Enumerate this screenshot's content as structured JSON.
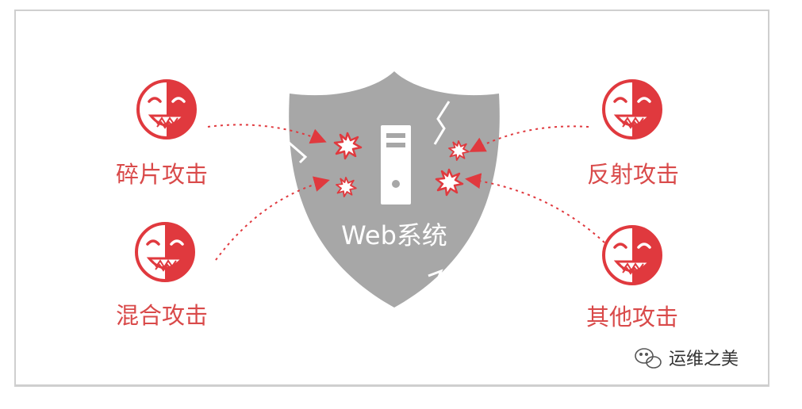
{
  "center": {
    "label": "Web系统"
  },
  "attacks": [
    {
      "id": "fragment",
      "label": "碎片攻击"
    },
    {
      "id": "mixed",
      "label": "混合攻击"
    },
    {
      "id": "reflect",
      "label": "反射攻击"
    },
    {
      "id": "other",
      "label": "其他攻击"
    }
  ],
  "watermark": {
    "text": "运维之美",
    "icon": "wechat-icon"
  },
  "colors": {
    "accent": "#e0393e",
    "shield": "#a7a7a7",
    "text": "#d94a4a"
  }
}
